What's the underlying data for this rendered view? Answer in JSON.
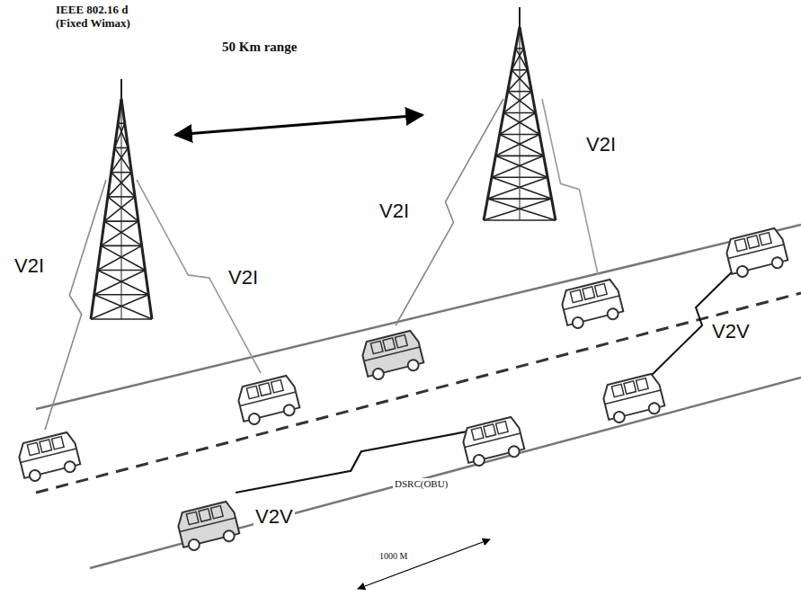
{
  "diagram": {
    "labels": [
      "IEEE 802.16 d (Fixed Wimax)",
      "50 Km range",
      "V2I",
      "V2I",
      "V2I",
      "V2I",
      "V2V",
      "V2V",
      "DSRC(OBU)",
      "1000 M"
    ]
  }
}
